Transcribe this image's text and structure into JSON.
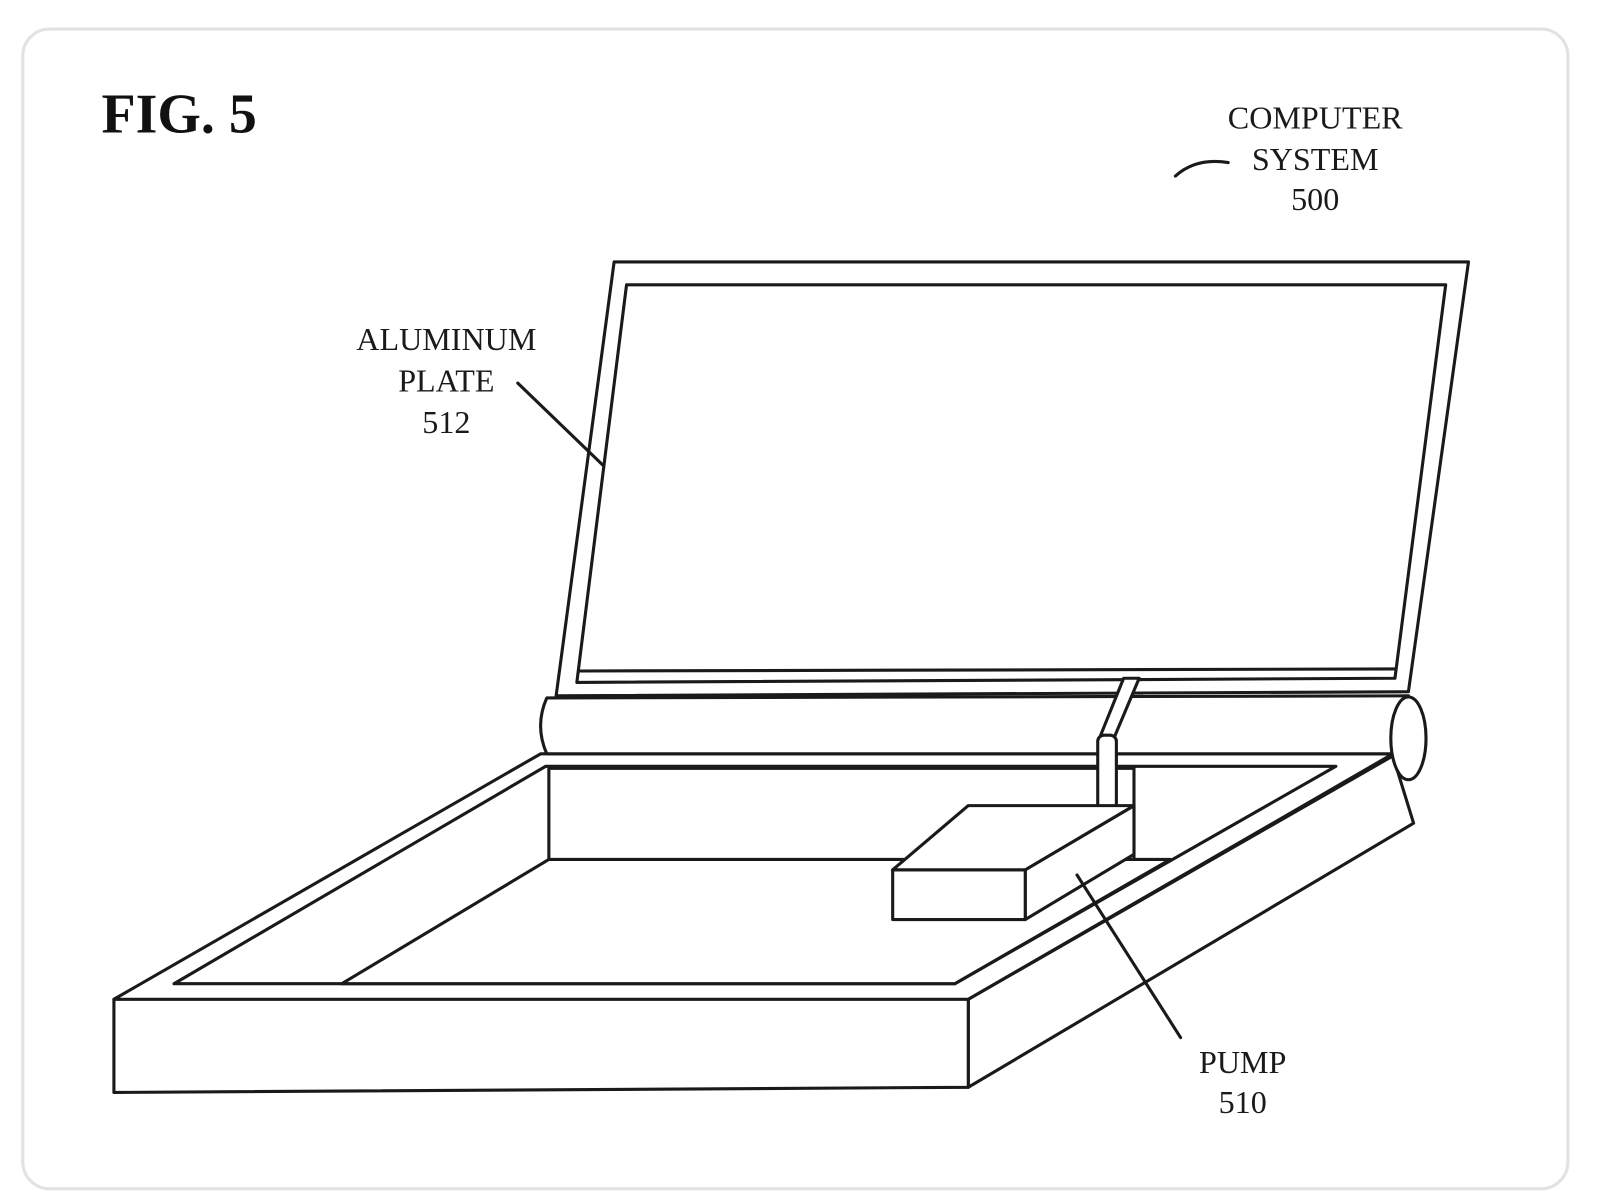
{
  "figure": {
    "title": "FIG. 5",
    "labels": {
      "computer_system": [
        "COMPUTER",
        "SYSTEM",
        "500"
      ],
      "aluminum_plate": [
        "ALUMINUM",
        "PLATE",
        "512"
      ],
      "pump": [
        "PUMP",
        "510"
      ]
    }
  }
}
